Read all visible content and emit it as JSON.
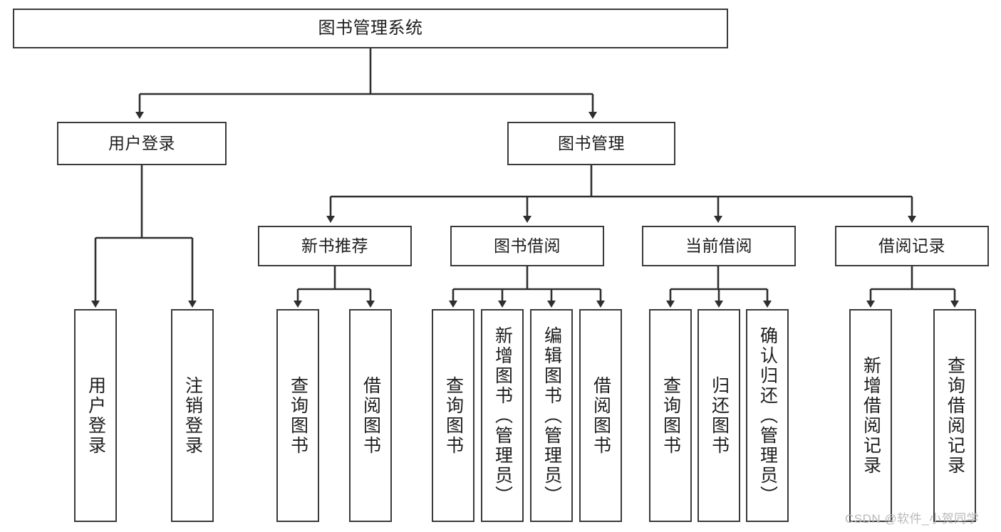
{
  "diagram": {
    "title": "图书管理系统",
    "type": "hierarchy-tree",
    "watermark": "CSDN @软件_小贺同学",
    "colors": {
      "box_border": "#3a3a3a",
      "box_fill": "#ffffff",
      "line": "#2f2f2f",
      "text": "#1d1d1d",
      "watermark": "#b9b9b9",
      "background": "#ffffff"
    },
    "levels": {
      "root": {
        "label": "图书管理系统"
      },
      "level2": [
        {
          "label": "用户登录"
        },
        {
          "label": "图书管理"
        }
      ],
      "level3": [
        {
          "label": "新书推荐"
        },
        {
          "label": "图书借阅"
        },
        {
          "label": "当前借阅"
        },
        {
          "label": "借阅记录"
        }
      ]
    },
    "leaves": {
      "user_login": [
        {
          "label": "用户登录"
        },
        {
          "label": "注销登录"
        }
      ],
      "new_book_recommend": [
        {
          "label": "查询图书"
        },
        {
          "label": "借阅图书"
        }
      ],
      "book_borrow": [
        {
          "label": "查询图书"
        },
        {
          "label": "新增图书（管理员）"
        },
        {
          "label": "编辑图书（管理员）"
        },
        {
          "label": "借阅图书"
        }
      ],
      "current_borrow": [
        {
          "label": "查询图书"
        },
        {
          "label": "归还图书"
        },
        {
          "label": "确认归还（管理员）"
        }
      ],
      "borrow_record": [
        {
          "label": "新增借阅记录"
        },
        {
          "label": "查询借阅记录"
        }
      ]
    }
  }
}
